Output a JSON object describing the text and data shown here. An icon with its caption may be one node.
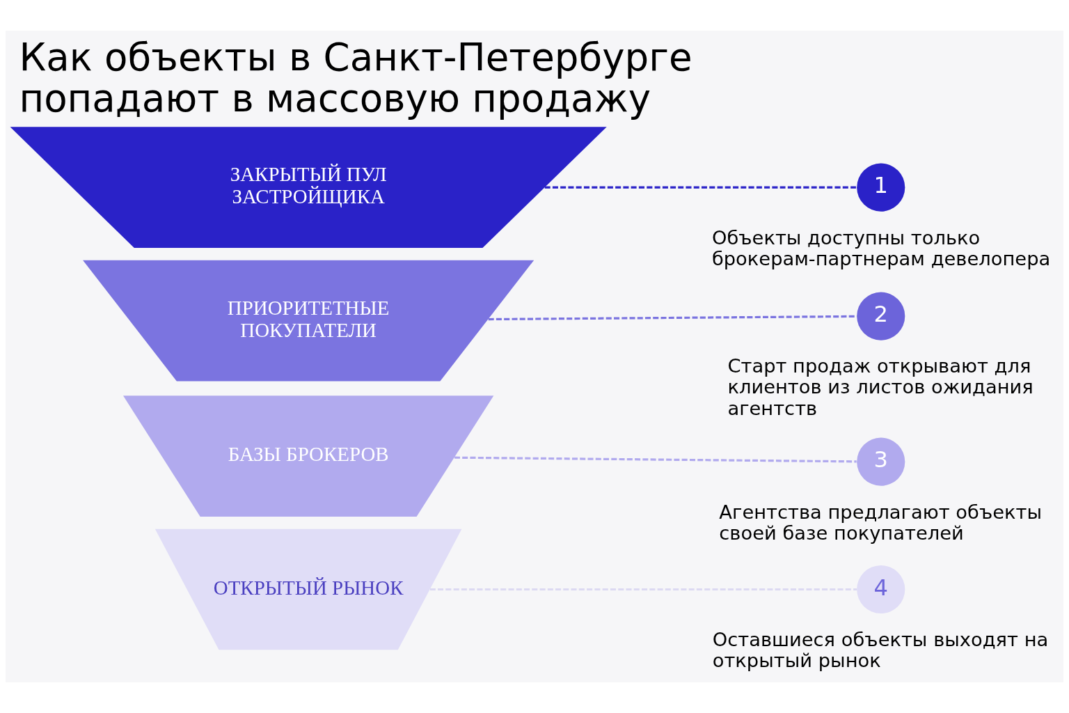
{
  "diagram": {
    "title": "Как объекты в Санкт-Петербурге попадают в массовую продажу",
    "nodes": [
      {
        "text": [
          "ЗАКРЫТЫЙ ПУЛ ЗАСТРОЙЩИКА"
        ]
      },
      {
        "text": [
          "ПРИОРИТЕТНЫЕ ПОКУПАТЕЛИ"
        ]
      },
      {
        "text": [
          "БАЗЫ БРОКЕРОВ"
        ]
      },
      {
        "text": [
          "ОТКРЫТЫЙ РЫНОК"
        ]
      },
      {
        "text": [
          "1"
        ],
        "beside": [
          "Объекты доступны только брокерам-партнерам девелопера"
        ]
      },
      {
        "text": [
          "2"
        ],
        "beside": [
          "Старт продаж открывают для клиентов из листов ожидания агентств"
        ]
      },
      {
        "text": [
          "3"
        ],
        "beside": [
          "Агентства предлагают объекты своей базе покупателей"
        ]
      },
      {
        "text": [
          "4"
        ],
        "beside": [
          "Оставшиеся объекты выходят на открытый рынок"
        ]
      }
    ],
    "edges": [
      {
        "from": 0,
        "to": 4,
        "arrow": "none",
        "style": "dashed",
        "color": "#2a22c8"
      },
      {
        "from": 1,
        "to": 5,
        "arrow": "none",
        "style": "dashed",
        "color": "#7b74e0"
      },
      {
        "from": 2,
        "to": 6,
        "arrow": "none",
        "style": "dashed",
        "color": "#b1aaee"
      },
      {
        "from": 3,
        "to": 7,
        "arrow": "none",
        "style": "dashed",
        "color": "#dcd9f2"
      }
    ]
  }
}
